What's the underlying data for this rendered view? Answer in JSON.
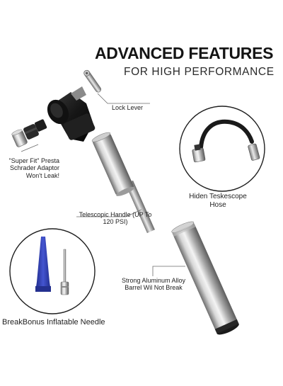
{
  "header": {
    "title": "ADVANCED FEATURES",
    "subtitle": "FOR HIGH PERFORMANCE"
  },
  "callouts": {
    "lock_lever": "Lock Lever",
    "adaptor": "\"Super Fit\" Presta Schrader Adaptor Won't Leak!",
    "hose": "Hiden Teskescope Hose",
    "handle": "Telescopic Handle (UP To 120 PSI)",
    "barrel": "Strong Aluminum Alloy Barrel Wil Not Break",
    "needle": "BreakBonus Inflatable Needle"
  },
  "colors": {
    "metal_light": "#e6e6e6",
    "metal_dark": "#7a7a7a",
    "head_black": "#1c1c1c",
    "needle_blue": "#2d3bb0",
    "callout_line": "#6b6b6b"
  }
}
